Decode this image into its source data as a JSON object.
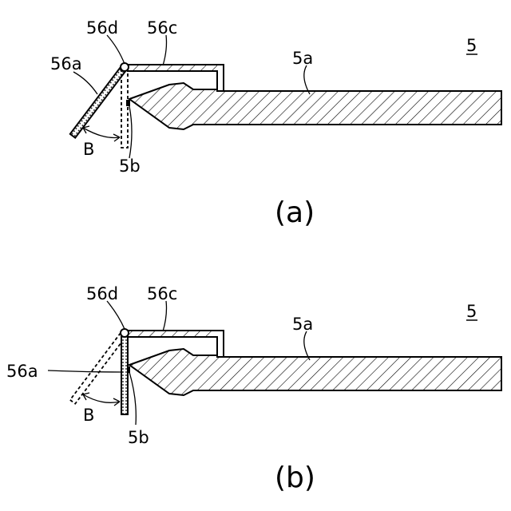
{
  "figure_number": "5",
  "panels": [
    {
      "caption": "(a)",
      "labels": {
        "cover": "56c",
        "hinge": "56d",
        "flap": "56a",
        "body": "5a",
        "tip": "5b",
        "rotation": "B"
      },
      "flap_state": "open"
    },
    {
      "caption": "(b)",
      "labels": {
        "cover": "56c",
        "hinge": "56d",
        "flap": "56a",
        "body": "5a",
        "tip": "5b",
        "rotation": "B"
      },
      "flap_state": "closed"
    }
  ]
}
